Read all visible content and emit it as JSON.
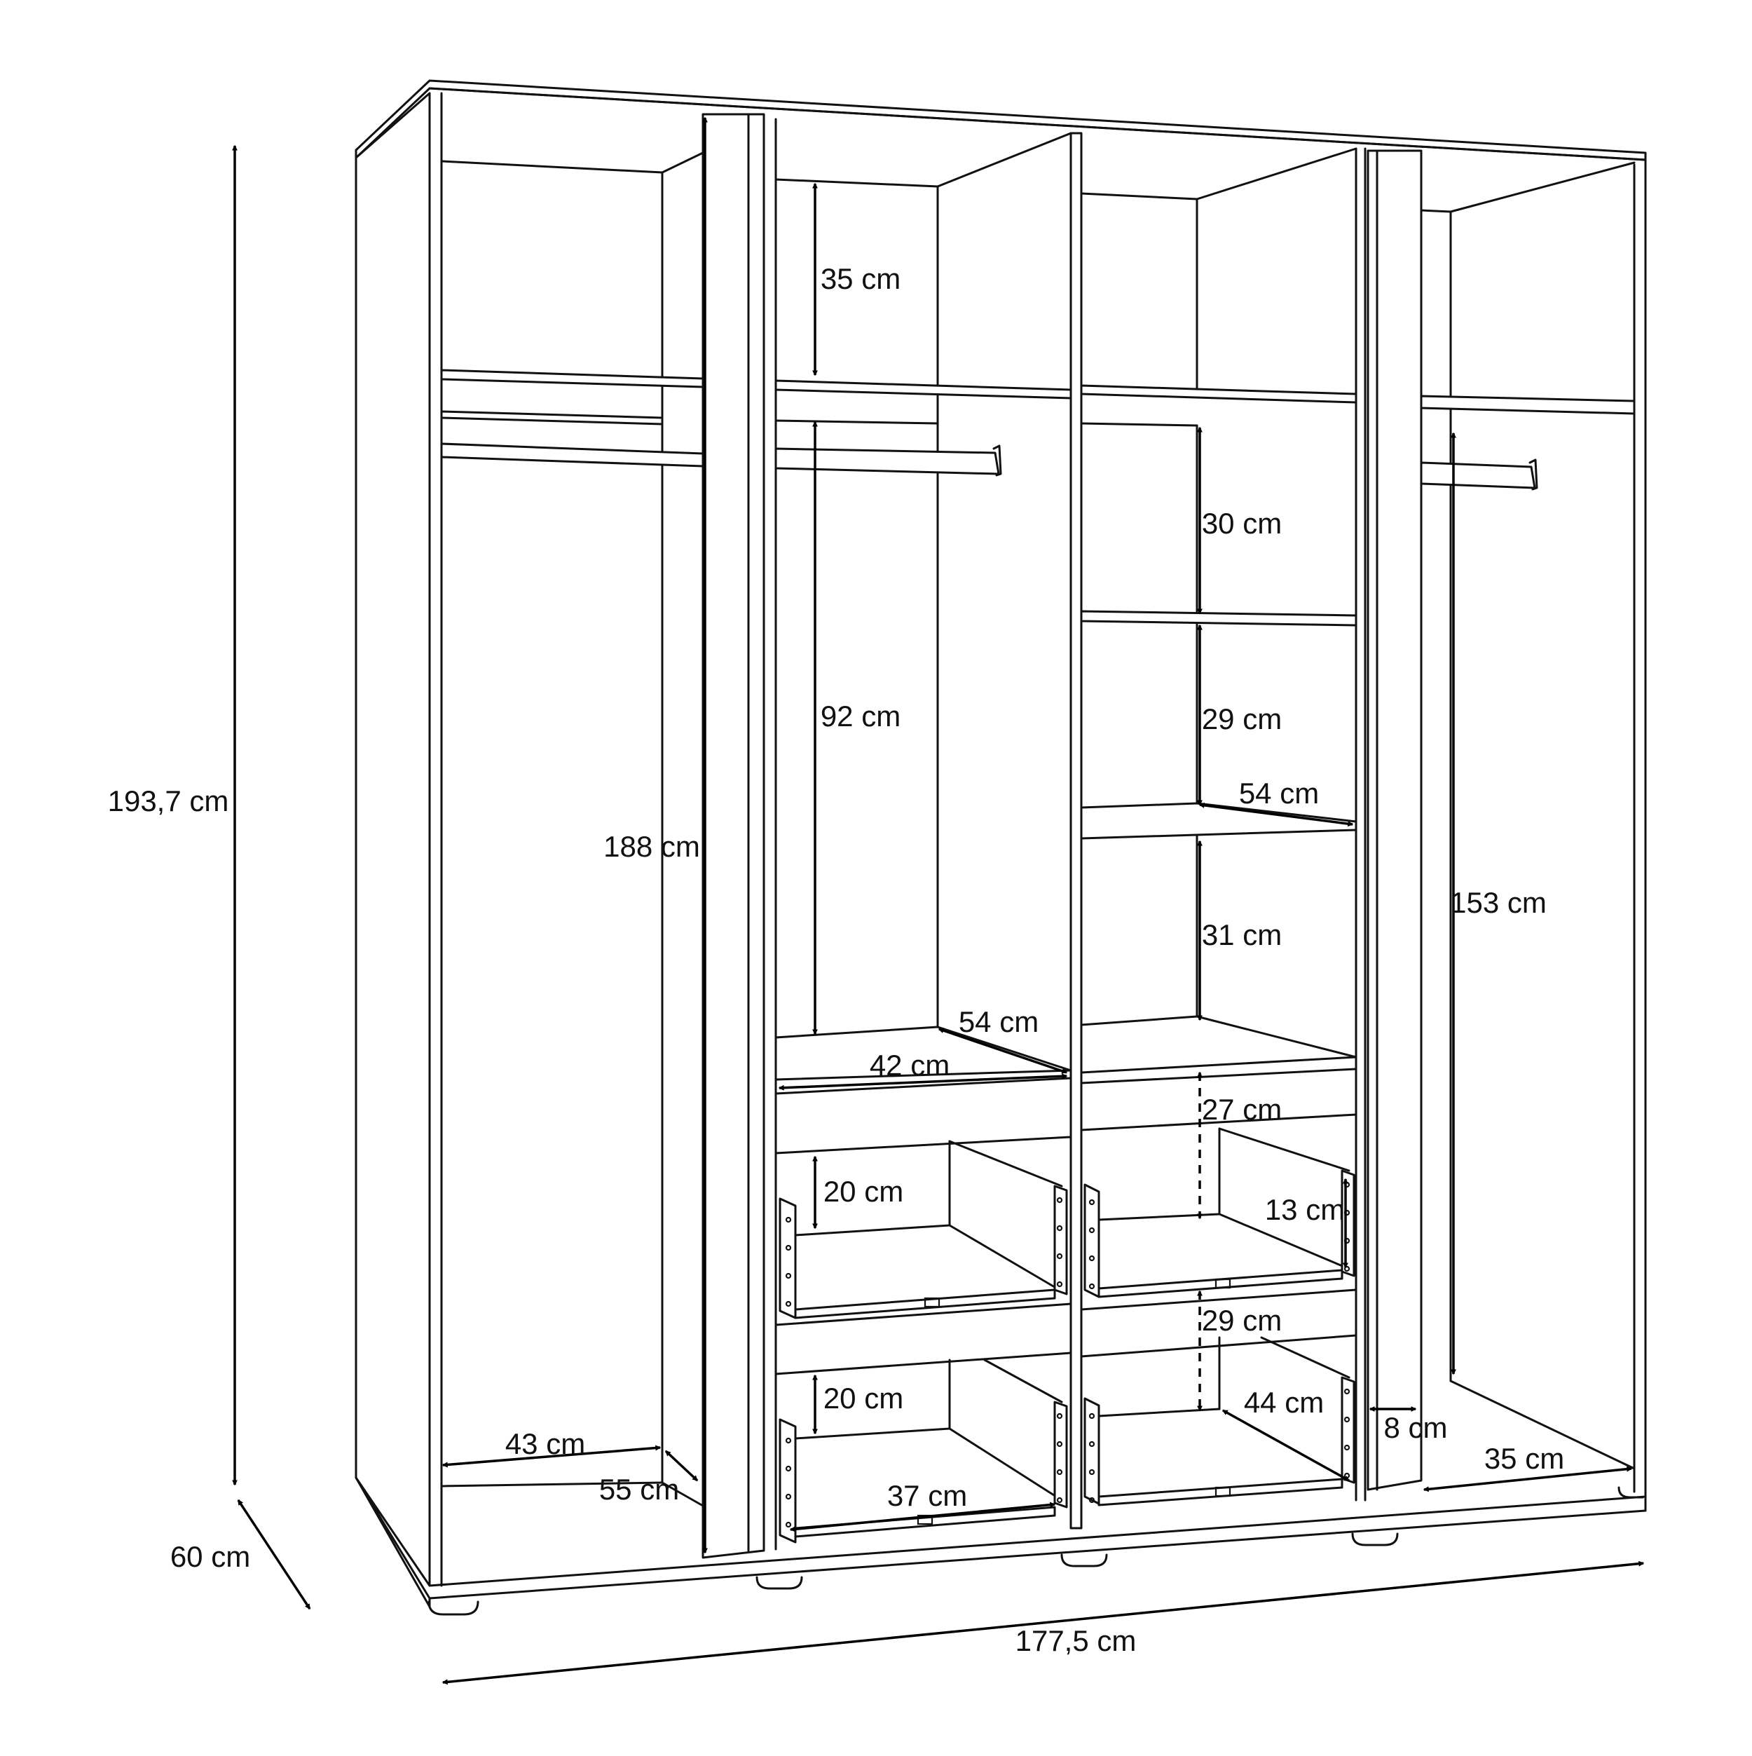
{
  "dimensions": {
    "height_total": "193,7 cm",
    "depth_total": "60 cm",
    "width_total": "177,5 cm",
    "inner_height_door": "188 cm",
    "left_hanging_width": "43 cm",
    "left_hanging_depth": "55 cm",
    "top_shelf_height": "35 cm",
    "hanging_height_center": "92 cm",
    "shelf_depth_center": "54 cm",
    "drawer_compartment_width": "42 cm",
    "drawer_height_upper": "20 cm",
    "drawer_height_lower": "20 cm",
    "drawer_width": "37 cm",
    "shelf_1_height": "30 cm",
    "shelf_2_height": "29 cm",
    "shelf_depth_right": "54 cm",
    "shelf_3_height": "31 cm",
    "drawer_front_height_upper": "27 cm",
    "drawer_inner_height": "13 cm",
    "drawer_front_height_lower": "29 cm",
    "drawer_depth": "44 cm",
    "right_hanging_height": "153 cm",
    "side_panel_gap": "8 cm",
    "right_compartment_width": "35 cm"
  }
}
